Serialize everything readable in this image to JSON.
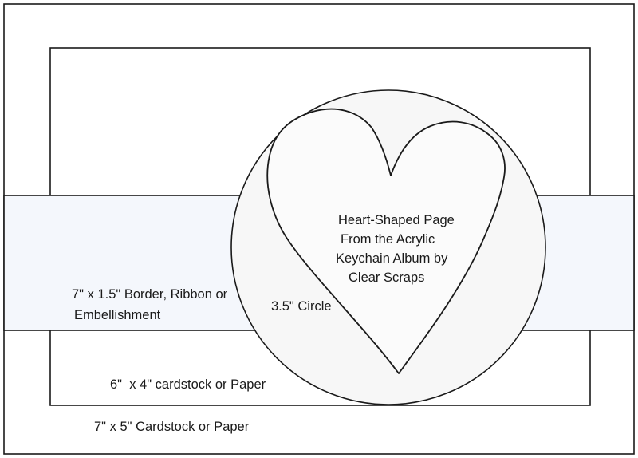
{
  "labels": {
    "outer_card": "7\" x 5\" Cardstock or Paper",
    "inner_card": "6\"  x 4\" cardstock or Paper",
    "border_line1": "7\" x 1.5\" Border, Ribbon or",
    "border_line2": "Embellishment",
    "circle": "3.5\" Circle",
    "heart_line1": "Heart-Shaped Page",
    "heart_line2": "From the Acrylic",
    "heart_line3": "Keychain Album by",
    "heart_line4": "Clear Scraps"
  },
  "colors": {
    "stroke": "#1a1a1a",
    "border_fill": "#f4f7fc",
    "circle_fill": "#f7f7f7",
    "background": "#ffffff"
  }
}
